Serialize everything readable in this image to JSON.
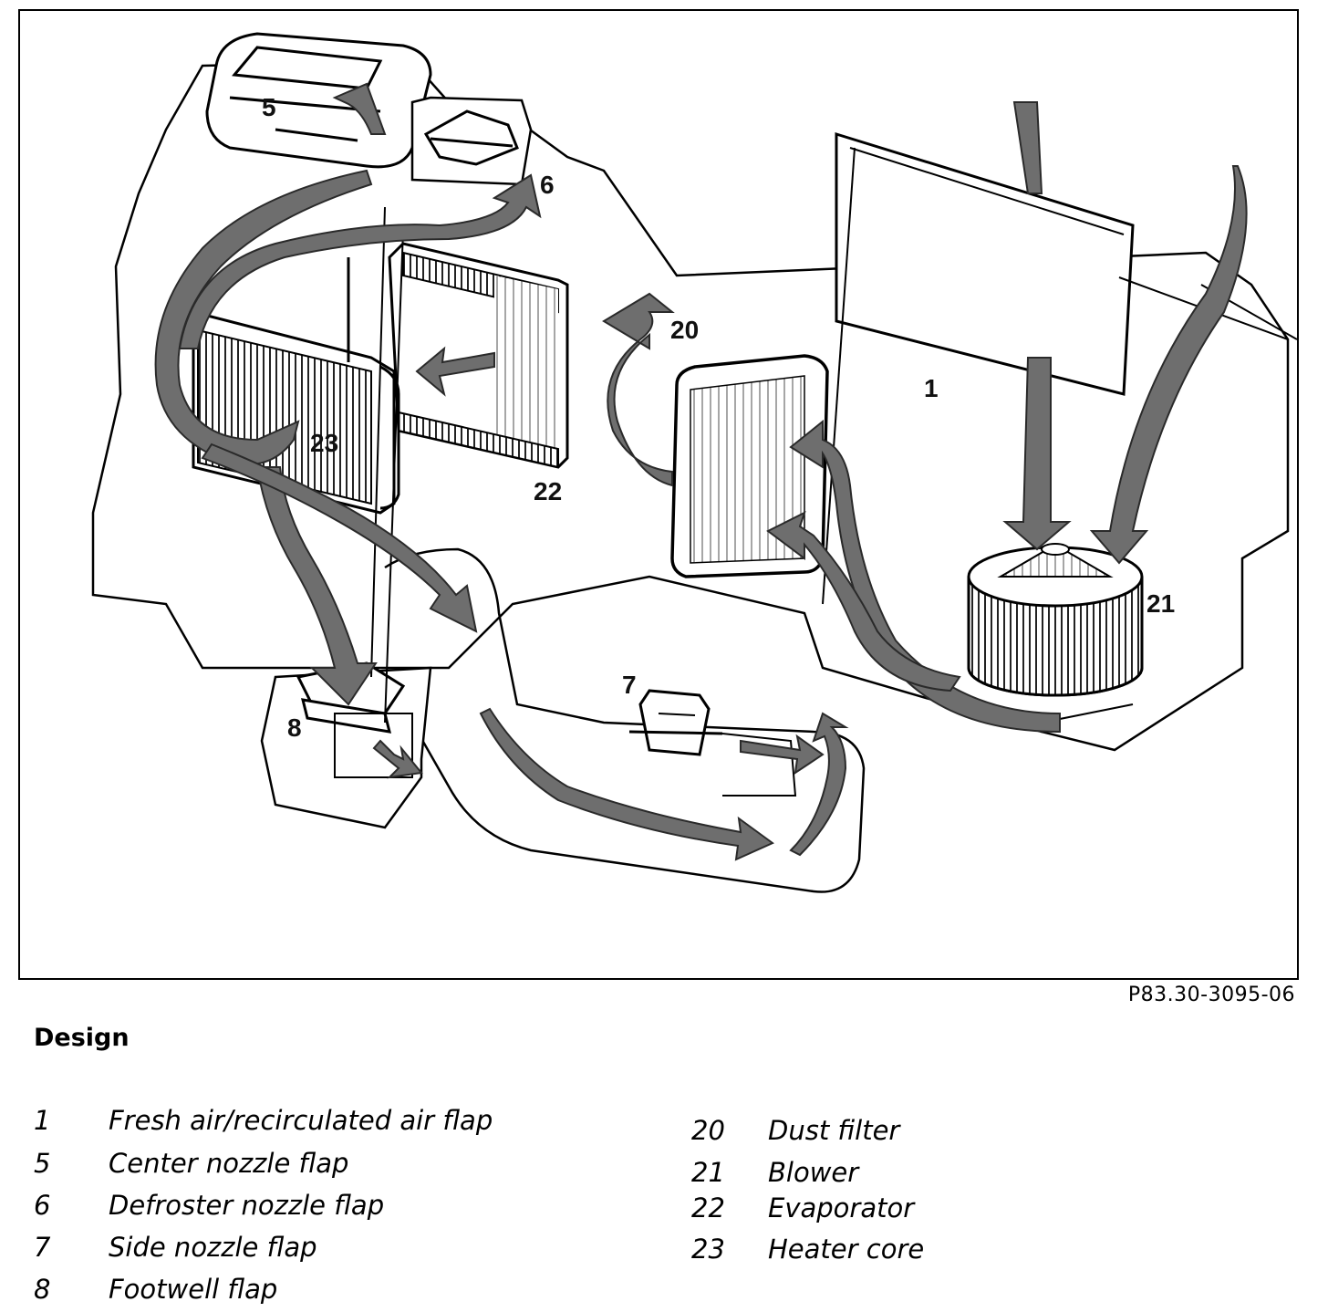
{
  "figure": {
    "reference": "P83.30-3095-06",
    "callouts": {
      "c1": "1",
      "c5": "5",
      "c6": "6",
      "c7": "7",
      "c8": "8",
      "c20": "20",
      "c21": "21",
      "c22": "22",
      "c23": "23"
    }
  },
  "legend": {
    "title": "Design",
    "left": [
      {
        "number": "1",
        "label": "Fresh air/recirculated air flap"
      },
      {
        "number": "5",
        "label": "Center nozzle flap"
      },
      {
        "number": "6",
        "label": "Defroster nozzle flap"
      },
      {
        "number": "7",
        "label": "Side nozzle flap"
      },
      {
        "number": "8",
        "label": "Footwell flap"
      }
    ],
    "right": [
      {
        "number": "20",
        "label": "Dust filter"
      },
      {
        "number": "21",
        "label": "Blower"
      },
      {
        "number": "22",
        "label": "Evaporator"
      },
      {
        "number": "23",
        "label": "Heater core"
      }
    ]
  },
  "colors": {
    "ink": "#000000",
    "arrow_fill": "#6e6e6e",
    "background": "#ffffff"
  }
}
